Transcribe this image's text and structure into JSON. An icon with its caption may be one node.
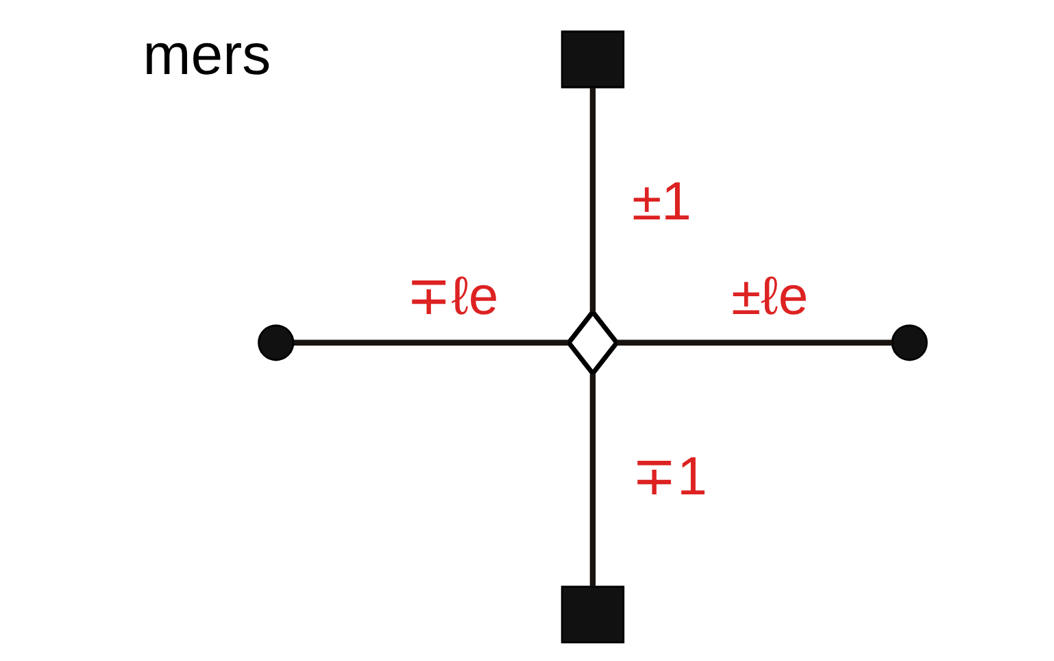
{
  "diagram": {
    "nodes": [
      {
        "text": [],
        "shape": "box"
      },
      {
        "text": [],
        "shape": "circle"
      },
      {
        "text": [],
        "shape": "diamond"
      },
      {
        "text": [],
        "shape": "circle"
      },
      {
        "text": [],
        "shape": "box"
      }
    ],
    "edges": [
      {
        "from": 0,
        "to": 2,
        "arrow": "none",
        "label": "±1"
      },
      {
        "from": 1,
        "to": 2,
        "arrow": "none",
        "label": "∓ℓe"
      },
      {
        "from": 2,
        "to": 3,
        "arrow": "none",
        "label": "±ℓe"
      },
      {
        "from": 2,
        "to": 4,
        "arrow": "none",
        "label": "∓1"
      }
    ],
    "labels": [
      "mers"
    ]
  }
}
